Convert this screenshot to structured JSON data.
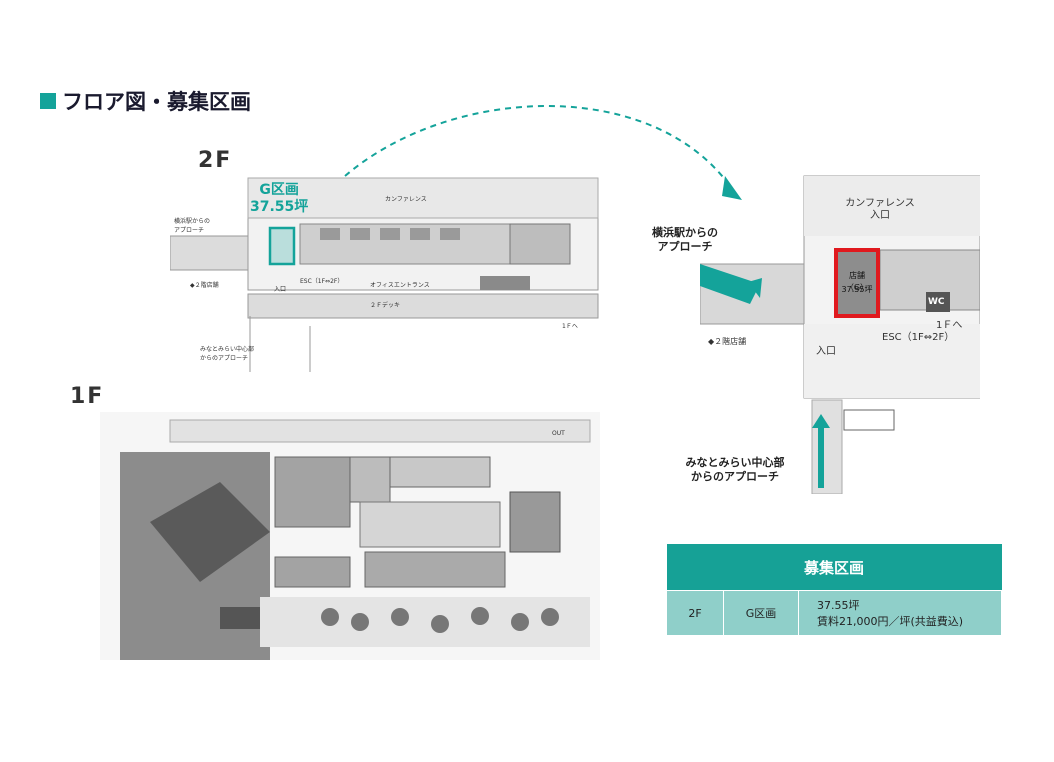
{
  "header": {
    "title": "フロア図・募集区画"
  },
  "floor2": {
    "label": "2F",
    "g_name": "G区画",
    "g_area": "37.55坪",
    "approach_yokohama": "横浜駅からの\nアプローチ",
    "entrance": "入口",
    "esc": "ESC（1F⇔2F）",
    "office_entrance": "オフィスエントランス",
    "deck": "２Ｆデッキ",
    "store2": "◆２階店舗",
    "approach_minato": "みなとみらい中心部\nからのアプローチ",
    "to1f": "1Ｆへ",
    "conference": "カンファレンス"
  },
  "floor1": {
    "label": "1F",
    "out": "OUT"
  },
  "zoom": {
    "conference_entrance": "カンファレンス\n入口",
    "approach_yokohama": "横浜駅からの\nアプローチ",
    "store_name": "店舗（G）",
    "store_area": "37.55坪",
    "wc": "WC",
    "entrance": "入口",
    "esc": "ESC（1F⇔2F）",
    "to1f": "1Ｆへ",
    "store2": "◆２階店舗",
    "approach_minato": "みなとみらい中心部\nからのアプローチ"
  },
  "recruit_table": {
    "header": "募集区画",
    "floor": "2F",
    "section": "G区画",
    "area": "37.55坪",
    "rent": "賃料21,000円／坪(共益費込)"
  },
  "colors": {
    "accent": "#14a39a",
    "table_header": "#16a196",
    "table_cell": "#8fcfc9",
    "highlight": "#e0191e"
  }
}
